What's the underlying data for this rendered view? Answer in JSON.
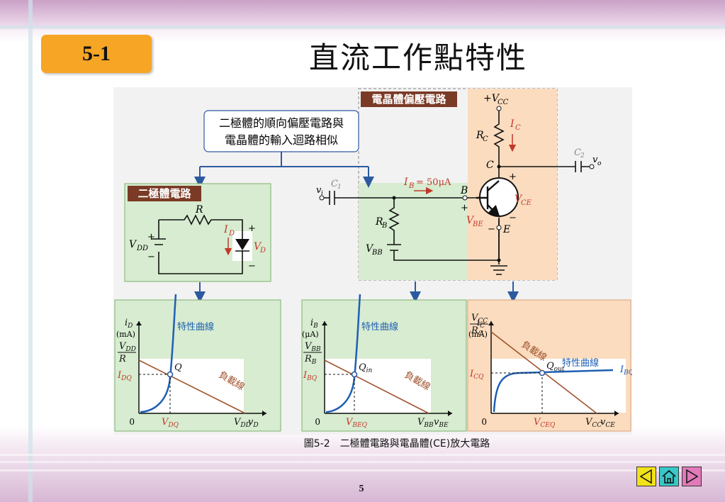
{
  "section": "5-1",
  "title": "直流工作點特性",
  "caption": "圖5-2　二極體電路與電晶體(CE)放大電路",
  "page_number": "5",
  "figure": {
    "note_line1": "二極體的順向偏壓電路與",
    "note_line2": "電晶體的輸入迴路相似",
    "diode_section_label": "二極體電路",
    "transistor_section_label": "電晶體偏壓電路",
    "diode_circuit": {
      "R": "R",
      "VDD": "V",
      "VDD_sub": "DD",
      "ID": "I",
      "ID_sub": "D",
      "VD": "V",
      "VD_sub": "D",
      "plus": "+",
      "minus": "−"
    },
    "transistor_circuit": {
      "VCC": "+V",
      "VCC_sub": "CC",
      "RC": "R",
      "RC_sub": "C",
      "IC": "I",
      "IC_sub": "C",
      "C_node": "C",
      "C2": "C",
      "C2_sub": "2",
      "vo": "v",
      "vo_sub": "o",
      "vi": "v",
      "vi_sub": "i",
      "C1": "C",
      "C1_sub": "1",
      "IB": "I",
      "IB_sub": "B",
      "IB_value": "= 50μA",
      "B_node": "B",
      "VCE": "V",
      "VCE_sub": "CE",
      "VBE": "V",
      "VBE_sub": "BE",
      "E_node": "E",
      "RB": "R",
      "RB_sub": "B",
      "VBB": "V",
      "VBB_sub": "BB",
      "plus": "+",
      "minus": "−"
    }
  },
  "chart_data": [
    {
      "type": "line",
      "ylabel": "iD",
      "yunit": "(mA)",
      "xlabel": "vD",
      "curve_label": "特性曲線",
      "load_line_label": "負載線",
      "q_label": "Q",
      "y_intercept_label": "VDD/R",
      "x_intercept_label": "VDD",
      "q_y_label": "IDQ",
      "q_x_label": "VDQ",
      "origin_label": "0"
    },
    {
      "type": "line",
      "ylabel": "iB",
      "yunit": "(μA)",
      "xlabel": "vBE",
      "curve_label": "特性曲線",
      "load_line_label": "負載線",
      "q_label": "Qin",
      "y_intercept_label": "VBB/RB",
      "x_intercept_label": "VBB",
      "q_y_label": "IBQ",
      "q_x_label": "VBEQ",
      "origin_label": "0"
    },
    {
      "type": "line",
      "ylabel": "iC",
      "yunit": "(mA)",
      "xlabel": "vCE",
      "curve_label": "特性曲線",
      "curve_name": "IBQ",
      "load_line_label": "負載線",
      "q_label": "Qout",
      "y_intercept_label": "VCC/RC",
      "x_intercept_label": "VCC",
      "q_y_label": "ICQ",
      "q_x_label": "VCEQ",
      "origin_label": "0"
    }
  ],
  "colors": {
    "badge": "#f6a524",
    "green_panel": "#d7ecd0",
    "orange_panel": "#fbdcbf",
    "label_bg": "#7a3a26",
    "curve": "#1f5fb4",
    "load_line": "#a0522d",
    "accent_red": "#c0392b"
  },
  "nav_icons": [
    "prev-arrow-icon",
    "home-icon",
    "next-arrow-icon"
  ]
}
